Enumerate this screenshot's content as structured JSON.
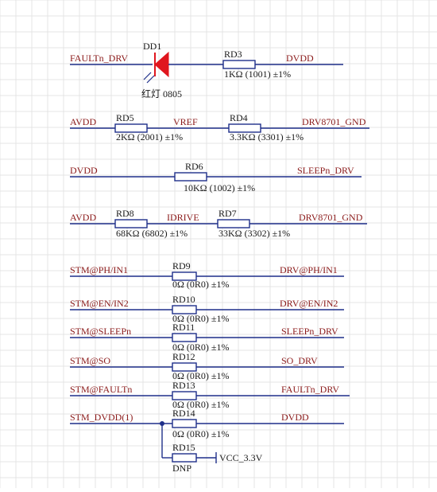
{
  "diode": {
    "ref": "DD1",
    "note": "红灯 0805",
    "color": "#e0161e"
  },
  "nets": {
    "fault_drv": "FAULTn_DRV",
    "dvdd": "DVDD",
    "avdd": "AVDD",
    "vref": "VREF",
    "drv_gnd": "DRV8701_GND",
    "sleep_drv": "SLEEPn_DRV",
    "idrive": "IDRIVE",
    "stm_ph": "STM@PH/IN1",
    "drv_ph": "DRV@PH/IN1",
    "stm_en": "STM@EN/IN2",
    "drv_en": "DRV@EN/IN2",
    "stm_sleep": "STM@SLEEPn",
    "stm_so": "STM@SO",
    "so_drv": "SO_DRV",
    "stm_fault": "STM@FAULTn",
    "stm_dvdd": "STM_DVDD(1)",
    "vcc": "VCC_3.3V"
  },
  "resistors": [
    {
      "ref": "RD3",
      "value": "1KΩ (1001) ±1%"
    },
    {
      "ref": "RD5",
      "value": "2KΩ (2001) ±1%"
    },
    {
      "ref": "RD4",
      "value": "3.3KΩ (3301) ±1%"
    },
    {
      "ref": "RD6",
      "value": "10KΩ (1002) ±1%"
    },
    {
      "ref": "RD8",
      "value": "68KΩ (6802) ±1%"
    },
    {
      "ref": "RD7",
      "value": "33KΩ (3302) ±1%"
    },
    {
      "ref": "RD9",
      "value": "0Ω (0R0) ±1%"
    },
    {
      "ref": "RD10",
      "value": "0Ω (0R0) ±1%"
    },
    {
      "ref": "RD11",
      "value": "0Ω (0R0) ±1%"
    },
    {
      "ref": "RD12",
      "value": "0Ω (0R0) ±1%"
    },
    {
      "ref": "RD13",
      "value": "0Ω (0R0) ±1%"
    },
    {
      "ref": "RD14",
      "value": "0Ω (0R0) ±1%"
    },
    {
      "ref": "RD15",
      "value": "DNP"
    }
  ]
}
